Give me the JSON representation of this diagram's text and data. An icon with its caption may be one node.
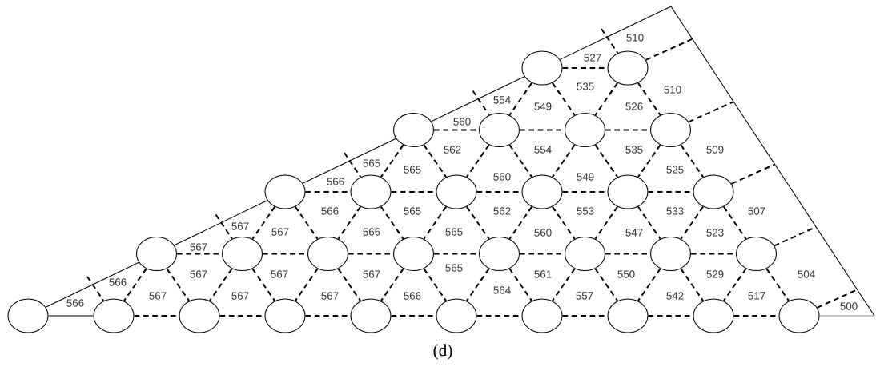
{
  "diagram": {
    "caption": "(d)",
    "nodes": [
      {
        "text": [],
        "shape": "ellipse"
      },
      {
        "text": [],
        "shape": "ellipse"
      },
      {
        "text": [],
        "shape": "ellipse"
      },
      {
        "text": [],
        "shape": "ellipse"
      },
      {
        "text": [],
        "shape": "ellipse"
      },
      {
        "text": [],
        "shape": "ellipse"
      },
      {
        "text": [],
        "shape": "ellipse"
      },
      {
        "text": [],
        "shape": "ellipse"
      },
      {
        "text": [],
        "shape": "ellipse"
      },
      {
        "text": [],
        "shape": "ellipse"
      },
      {
        "text": [],
        "shape": "ellipse"
      },
      {
        "text": [],
        "shape": "ellipse"
      },
      {
        "text": [],
        "shape": "ellipse"
      },
      {
        "text": [],
        "shape": "ellipse"
      },
      {
        "text": [],
        "shape": "ellipse"
      },
      {
        "text": [],
        "shape": "ellipse"
      },
      {
        "text": [],
        "shape": "ellipse"
      },
      {
        "text": [],
        "shape": "ellipse"
      },
      {
        "text": [],
        "shape": "ellipse"
      },
      {
        "text": [],
        "shape": "ellipse"
      },
      {
        "text": [],
        "shape": "ellipse"
      },
      {
        "text": [],
        "shape": "ellipse"
      },
      {
        "text": [],
        "shape": "ellipse"
      },
      {
        "text": [],
        "shape": "ellipse"
      },
      {
        "text": [],
        "shape": "ellipse"
      },
      {
        "text": [],
        "shape": "ellipse"
      },
      {
        "text": [],
        "shape": "ellipse"
      },
      {
        "text": [],
        "shape": "ellipse"
      },
      {
        "text": [],
        "shape": "ellipse"
      },
      {
        "text": [],
        "shape": "ellipse"
      }
    ],
    "edges": [
      {
        "from": 20,
        "to": 12,
        "arrow": "none"
      },
      {
        "from": 12,
        "to": 6,
        "arrow": "none"
      },
      {
        "from": 6,
        "to": 2,
        "arrow": "none"
      },
      {
        "from": 2,
        "to": 0,
        "arrow": "none"
      },
      {
        "from": 20,
        "to": 21,
        "arrow": "none"
      },
      {
        "from": 0,
        "to": 1,
        "arrow": "none",
        "style": "dashed"
      },
      {
        "from": 2,
        "to": 3,
        "arrow": "none",
        "style": "dashed"
      },
      {
        "from": 3,
        "to": 4,
        "arrow": "none",
        "style": "dashed"
      },
      {
        "from": 4,
        "to": 5,
        "arrow": "none",
        "style": "dashed"
      },
      {
        "from": 6,
        "to": 7,
        "arrow": "none",
        "style": "dashed"
      },
      {
        "from": 7,
        "to": 8,
        "arrow": "none",
        "style": "dashed"
      },
      {
        "from": 8,
        "to": 9,
        "arrow": "none",
        "style": "dashed"
      },
      {
        "from": 9,
        "to": 10,
        "arrow": "none",
        "style": "dashed"
      },
      {
        "from": 10,
        "to": 11,
        "arrow": "none",
        "style": "dashed"
      },
      {
        "from": 12,
        "to": 13,
        "arrow": "none",
        "style": "dashed"
      },
      {
        "from": 13,
        "to": 14,
        "arrow": "none",
        "style": "dashed"
      },
      {
        "from": 14,
        "to": 15,
        "arrow": "none",
        "style": "dashed"
      },
      {
        "from": 15,
        "to": 16,
        "arrow": "none",
        "style": "dashed"
      },
      {
        "from": 16,
        "to": 17,
        "arrow": "none",
        "style": "dashed"
      },
      {
        "from": 17,
        "to": 18,
        "arrow": "none",
        "style": "dashed"
      },
      {
        "from": 18,
        "to": 19,
        "arrow": "none",
        "style": "dashed"
      },
      {
        "from": 21,
        "to": 22,
        "arrow": "none",
        "style": "dashed"
      },
      {
        "from": 22,
        "to": 23,
        "arrow": "none",
        "style": "dashed"
      },
      {
        "from": 23,
        "to": 24,
        "arrow": "none",
        "style": "dashed"
      },
      {
        "from": 24,
        "to": 25,
        "arrow": "none",
        "style": "dashed"
      },
      {
        "from": 25,
        "to": 26,
        "arrow": "none",
        "style": "dashed"
      },
      {
        "from": 26,
        "to": 27,
        "arrow": "none",
        "style": "dashed"
      },
      {
        "from": 27,
        "to": 28,
        "arrow": "none",
        "style": "dashed"
      },
      {
        "from": 28,
        "to": 29,
        "arrow": "none",
        "style": "dashed"
      },
      {
        "from": 0,
        "to": 3,
        "arrow": "none",
        "style": "dashed"
      },
      {
        "from": 0,
        "to": 4,
        "arrow": "none",
        "style": "dashed"
      },
      {
        "from": 1,
        "to": 4,
        "arrow": "none",
        "style": "dashed"
      },
      {
        "from": 1,
        "to": 5,
        "arrow": "none",
        "style": "dashed"
      },
      {
        "from": 2,
        "to": 7,
        "arrow": "none",
        "style": "dashed"
      },
      {
        "from": 2,
        "to": 8,
        "arrow": "none",
        "style": "dashed"
      },
      {
        "from": 3,
        "to": 8,
        "arrow": "none",
        "style": "dashed"
      },
      {
        "from": 3,
        "to": 9,
        "arrow": "none",
        "style": "dashed"
      },
      {
        "from": 4,
        "to": 9,
        "arrow": "none",
        "style": "dashed"
      },
      {
        "from": 4,
        "to": 10,
        "arrow": "none",
        "style": "dashed"
      },
      {
        "from": 5,
        "to": 10,
        "arrow": "none",
        "style": "dashed"
      },
      {
        "from": 5,
        "to": 11,
        "arrow": "none",
        "style": "dashed"
      },
      {
        "from": 6,
        "to": 13,
        "arrow": "none",
        "style": "dashed"
      },
      {
        "from": 6,
        "to": 14,
        "arrow": "none",
        "style": "dashed"
      },
      {
        "from": 7,
        "to": 14,
        "arrow": "none",
        "style": "dashed"
      },
      {
        "from": 7,
        "to": 15,
        "arrow": "none",
        "style": "dashed"
      },
      {
        "from": 8,
        "to": 15,
        "arrow": "none",
        "style": "dashed"
      },
      {
        "from": 8,
        "to": 16,
        "arrow": "none",
        "style": "dashed"
      },
      {
        "from": 9,
        "to": 16,
        "arrow": "none",
        "style": "dashed"
      },
      {
        "from": 9,
        "to": 17,
        "arrow": "none",
        "style": "dashed"
      },
      {
        "from": 10,
        "to": 17,
        "arrow": "none",
        "style": "dashed"
      },
      {
        "from": 10,
        "to": 18,
        "arrow": "none",
        "style": "dashed"
      },
      {
        "from": 11,
        "to": 18,
        "arrow": "none",
        "style": "dashed"
      },
      {
        "from": 11,
        "to": 19,
        "arrow": "none",
        "style": "dashed"
      },
      {
        "from": 12,
        "to": 21,
        "arrow": "none",
        "style": "dashed"
      },
      {
        "from": 12,
        "to": 22,
        "arrow": "none",
        "style": "dashed"
      },
      {
        "from": 13,
        "to": 22,
        "arrow": "none",
        "style": "dashed"
      },
      {
        "from": 13,
        "to": 23,
        "arrow": "none",
        "style": "dashed"
      },
      {
        "from": 14,
        "to": 23,
        "arrow": "none",
        "style": "dashed"
      },
      {
        "from": 14,
        "to": 24,
        "arrow": "none",
        "style": "dashed"
      },
      {
        "from": 15,
        "to": 24,
        "arrow": "none",
        "style": "dashed"
      },
      {
        "from": 15,
        "to": 25,
        "arrow": "none",
        "style": "dashed"
      },
      {
        "from": 16,
        "to": 25,
        "arrow": "none",
        "style": "dashed"
      },
      {
        "from": 16,
        "to": 26,
        "arrow": "none",
        "style": "dashed"
      },
      {
        "from": 17,
        "to": 26,
        "arrow": "none",
        "style": "dashed"
      },
      {
        "from": 17,
        "to": 27,
        "arrow": "none",
        "style": "dashed"
      },
      {
        "from": 18,
        "to": 27,
        "arrow": "none",
        "style": "dashed"
      },
      {
        "from": 18,
        "to": 28,
        "arrow": "none",
        "style": "dashed"
      },
      {
        "from": 19,
        "to": 28,
        "arrow": "none",
        "style": "dashed"
      },
      {
        "from": 19,
        "to": 29,
        "arrow": "none",
        "style": "dashed"
      },
      {
        "from": null,
        "to": 1,
        "arrow": "none",
        "style": "dashed"
      },
      {
        "from": null,
        "to": 3,
        "arrow": "none",
        "style": "dashed"
      },
      {
        "from": null,
        "to": 7,
        "arrow": "none",
        "style": "dashed"
      },
      {
        "from": null,
        "to": 13,
        "arrow": "none",
        "style": "dashed"
      },
      {
        "from": null,
        "to": 21,
        "arrow": "none",
        "style": "dashed"
      },
      {
        "from": 1,
        "to": null,
        "arrow": "none",
        "style": "dashed"
      },
      {
        "from": 5,
        "to": null,
        "arrow": "none",
        "style": "dashed"
      },
      {
        "from": 11,
        "to": null,
        "arrow": "none",
        "style": "dashed"
      },
      {
        "from": 19,
        "to": null,
        "arrow": "none",
        "style": "dashed"
      },
      {
        "from": 29,
        "to": null,
        "arrow": "none",
        "style": "dashed"
      }
    ],
    "labels": [
      "510",
      "527",
      "535",
      "510",
      "554",
      "549",
      "526",
      "560",
      "562",
      "554",
      "535",
      "509",
      "565",
      "565",
      "525",
      "560",
      "549",
      "566",
      "566",
      "565",
      "562",
      "553",
      "533",
      "507",
      "567",
      "567",
      "566",
      "565",
      "560",
      "547",
      "523",
      "567",
      "565",
      "567",
      "567",
      "567",
      "561",
      "550",
      "529",
      "504",
      "566",
      "564",
      "567",
      "567",
      "567",
      "566",
      "557",
      "542",
      "517",
      "566",
      "500"
    ]
  }
}
